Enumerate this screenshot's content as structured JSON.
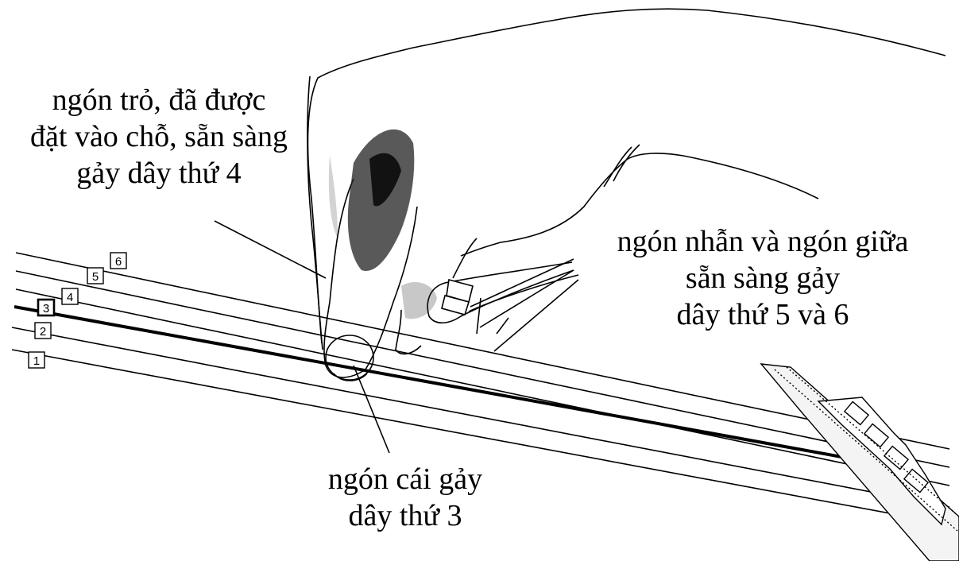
{
  "labels": {
    "index_finger": [
      "ngón trỏ, đã được",
      "đặt vào chỗ, sẵn sàng",
      "gảy dây thứ 4"
    ],
    "ring_middle": [
      "ngón nhẫn và ngón giữa",
      "sẵn sàng gảy",
      "dây thứ 5 và 6"
    ],
    "thumb": [
      "ngón cái gảy",
      "dây thứ 3"
    ]
  },
  "strings": [
    "1",
    "2",
    "3",
    "4",
    "5",
    "6"
  ],
  "colors": {
    "ink": "#000000",
    "background": "#ffffff",
    "shade": "#333333"
  }
}
